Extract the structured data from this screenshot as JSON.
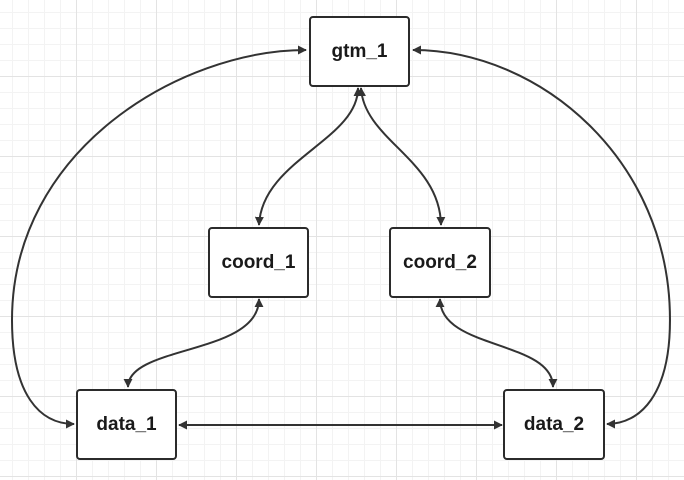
{
  "diagram": {
    "nodes": {
      "gtm_1": "gtm_1",
      "coord_1": "coord_1",
      "coord_2": "coord_2",
      "data_1": "data_1",
      "data_2": "data_2"
    },
    "edges": [
      {
        "from": "gtm_1",
        "to": "coord_1",
        "direction": "both"
      },
      {
        "from": "gtm_1",
        "to": "coord_2",
        "direction": "both"
      },
      {
        "from": "gtm_1",
        "to": "data_1",
        "direction": "both"
      },
      {
        "from": "gtm_1",
        "to": "data_2",
        "direction": "both"
      },
      {
        "from": "coord_1",
        "to": "data_1",
        "direction": "both"
      },
      {
        "from": "coord_2",
        "to": "data_2",
        "direction": "both"
      },
      {
        "from": "data_1",
        "to": "data_2",
        "direction": "both"
      }
    ],
    "colors": {
      "line": "#333333",
      "node_border": "#2b2b2b",
      "node_fill": "#ffffff",
      "grid": "#e3e3e3"
    }
  }
}
